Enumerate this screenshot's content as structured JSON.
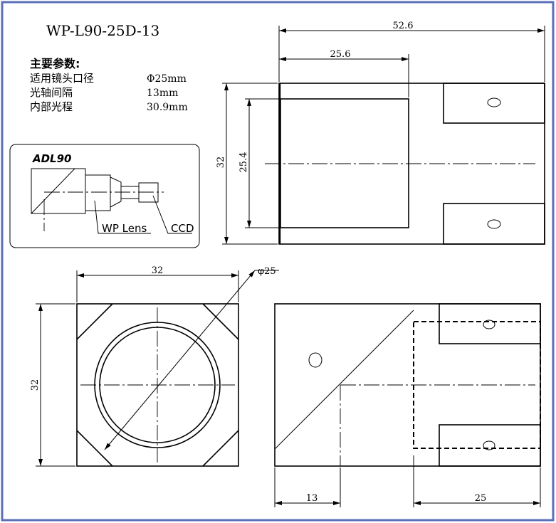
{
  "title": "WP-L90-25D-13",
  "params": {
    "heading": "主要参数:",
    "rows": [
      {
        "label": "适用镜头口径",
        "value": "Φ25mm"
      },
      {
        "label": "光轴间隔",
        "value": "13mm"
      },
      {
        "label": "内部光程",
        "value": "30.9mm"
      }
    ]
  },
  "inset": {
    "title": "ADL90",
    "lens_label": "WP Lens",
    "ccd_label": "CCD"
  },
  "top_view": {
    "dim_total_width": "52.6",
    "dim_inner_width": "25.6",
    "dim_height": "32",
    "dim_inner_height": "25.4"
  },
  "front_view": {
    "dim_width": "32",
    "dim_height": "32",
    "dim_diameter": "φ25"
  },
  "side_view": {
    "dim_left": "13",
    "dim_right": "25"
  },
  "colors": {
    "frame_border": "#5b6fb8",
    "line": "#000000"
  }
}
